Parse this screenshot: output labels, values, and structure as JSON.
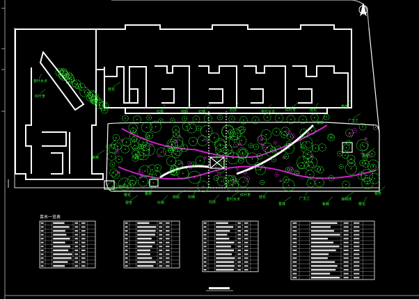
{
  "drawing": {
    "colors": {
      "background": "#000000",
      "building_outline": "#ffffff",
      "planting": "#2ef22e",
      "path_magenta": "#d01ed0",
      "label_green": "#2ef22e",
      "table_line": "#ffffff"
    },
    "plant_labels": [
      "金叶女贞",
      "红叶李",
      "桂花",
      "香樟",
      "广玉兰",
      "紫薇",
      "海桐球",
      "樱花",
      "银杏",
      "垂柳",
      "红枫",
      "棕榈",
      "石楠",
      "杜鹃"
    ],
    "table_title": "苗木一览表",
    "tables": [
      {
        "rows": 12
      },
      {
        "rows": 12
      },
      {
        "rows": 13
      },
      {
        "rows": 15
      }
    ],
    "north_arrow": "north-arrow-icon",
    "scale_bar": "scale-bar"
  }
}
